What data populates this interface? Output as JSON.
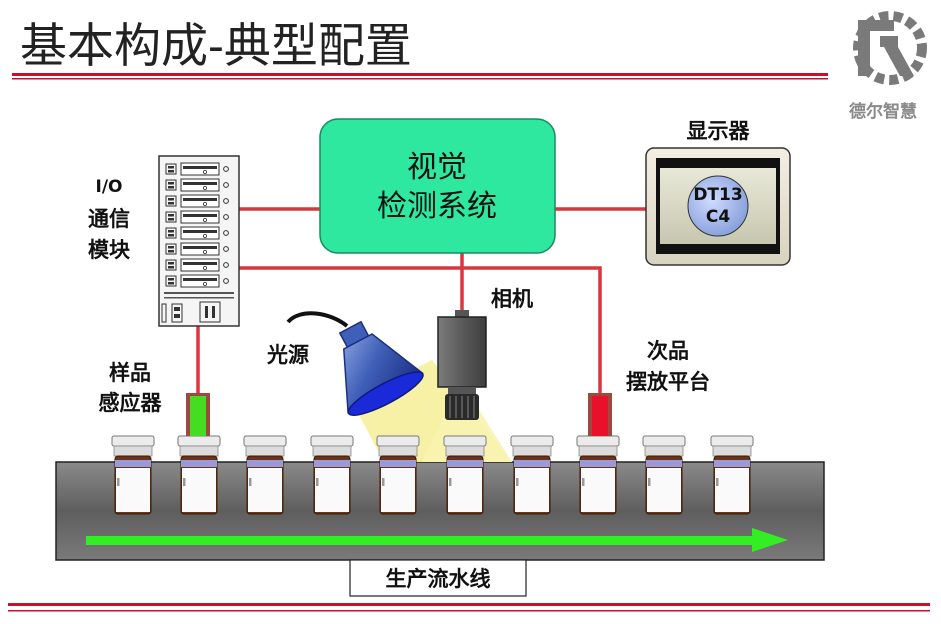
{
  "title": "基本构成-典型配置",
  "logo": {
    "icon": "gear-r-logo-icon",
    "text": "德尔智慧"
  },
  "vision_system": {
    "line1": "视觉",
    "line2": "检测系统"
  },
  "display": {
    "label": "显示器",
    "screen_line1": "DT13",
    "screen_line2": "C4"
  },
  "io_module": {
    "line1": "I/O",
    "line2": "通信",
    "line3": "模块"
  },
  "camera": {
    "label": "相机"
  },
  "light": {
    "label": "光源"
  },
  "sensor": {
    "line1": "样品",
    "line2": "感应器"
  },
  "reject": {
    "line1": "次品",
    "line2": "摆放平台"
  },
  "conveyor": {
    "label": "生产流水线"
  },
  "colors": {
    "title_rule": "#c8102e",
    "wire": "#d9373f",
    "vision_box": "#2ee8a0",
    "sensor": "#44dd22",
    "reject": "#e8102a",
    "conveyor": "#6e6e6e",
    "flow_arrow": "#33ee22",
    "light_beam": "#f5f0a0",
    "bottle_cap": "#ececec",
    "bottle_amber": "#6b3416",
    "bottle_band": "#9a9ad8"
  }
}
